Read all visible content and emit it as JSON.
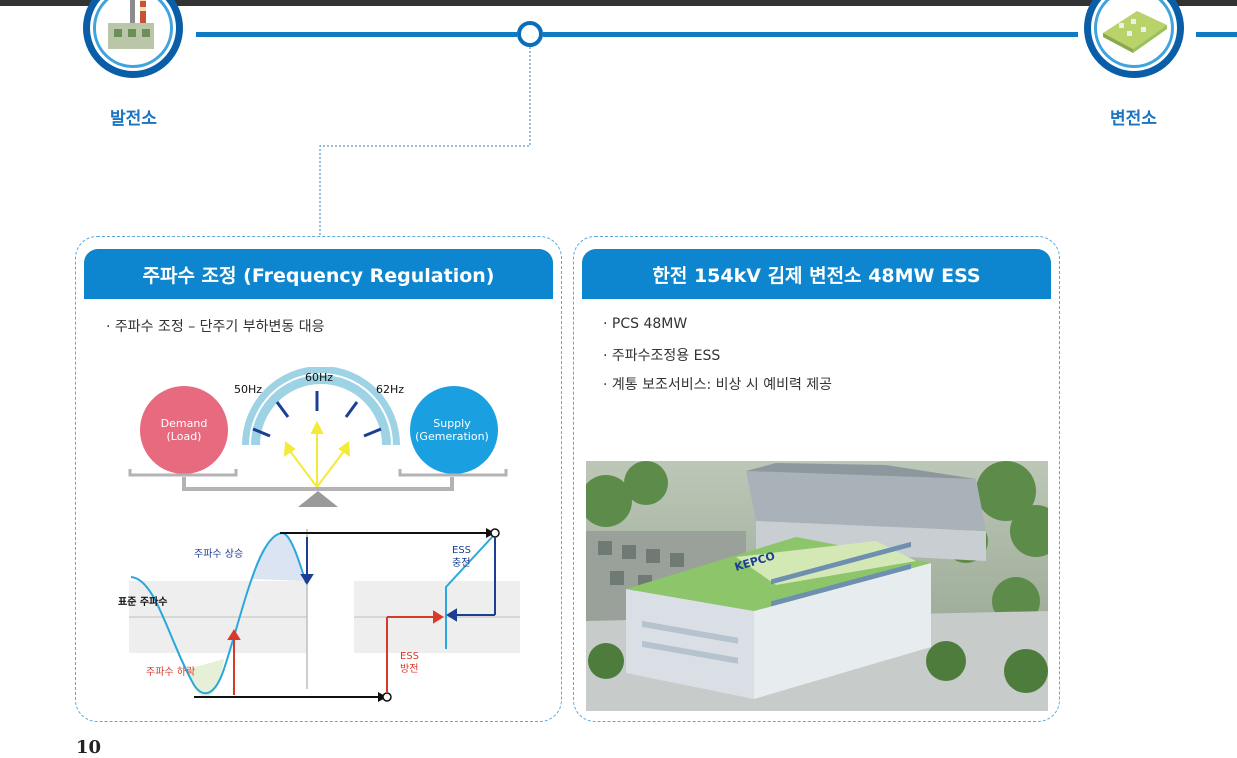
{
  "header": {
    "left_node_label": "발전소",
    "right_node_label": "변전소"
  },
  "left_panel": {
    "title": "주파수 조정 (Frequency Regulation)",
    "bullet": "· 주파수 조정 – 단주기 부하변동 대응",
    "gauge": {
      "label_50": "50Hz",
      "label_60": "60Hz",
      "label_62": "62Hz"
    },
    "demand_label_1": "Demand",
    "demand_label_2": "(Load)",
    "supply_label_1": "Supply",
    "supply_label_2": "(Gemeration)",
    "freq_up": "주파수 상승",
    "freq_std": "표준 주파수",
    "freq_down": "주파수 하락",
    "ess_charge_1": "ESS",
    "ess_charge_2": "충전",
    "ess_discharge_1": "ESS",
    "ess_discharge_2": "방전"
  },
  "right_panel": {
    "title": "한전 154kV 김제 변전소 48MW ESS",
    "bullets": [
      "· PCS 48MW",
      "· 주파수조정용 ESS",
      "· 계통 보조서비스: 비상 시 예비력 제공"
    ],
    "building_sign": "KEPCO"
  },
  "page_number": "10",
  "colors": {
    "accent_blue": "#0d86cf",
    "demand_pink": "#e86a7f",
    "supply_blue": "#1aa0e0",
    "charge_navy": "#1c3f94",
    "discharge_red": "#d83a2a"
  }
}
